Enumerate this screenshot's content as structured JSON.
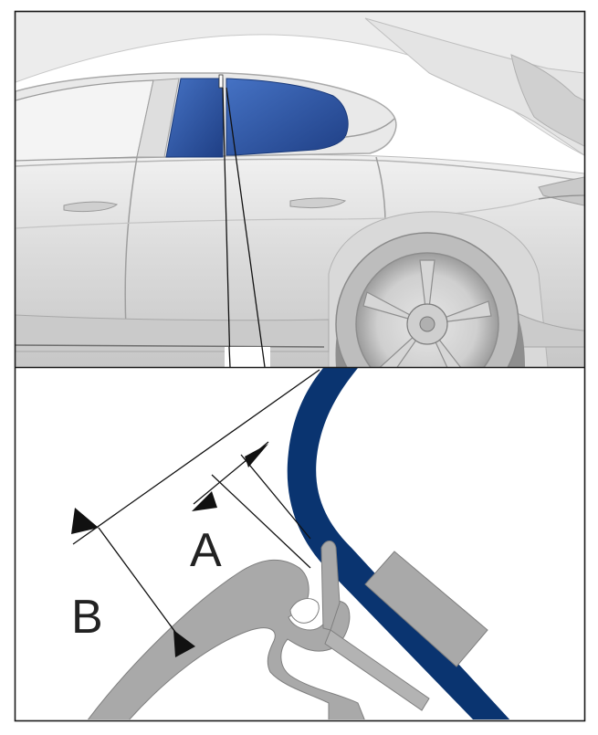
{
  "figure": {
    "top_panel": "car-side-view",
    "bottom_panel": "window-seal-cross-section-detail"
  },
  "labels": {
    "a": "A",
    "b": "B"
  },
  "colors": {
    "frame": "#1a1a1a",
    "car_body": "#d4d4d4",
    "car_body_shadow": "#b9b9b9",
    "glass": "#2f5aa8",
    "glass_dark": "#1f3f85",
    "glass_section": "#0a3470",
    "seal": "#a9a9a9",
    "seal_edge": "#7a7a7a",
    "dimension_line": "#111111"
  }
}
